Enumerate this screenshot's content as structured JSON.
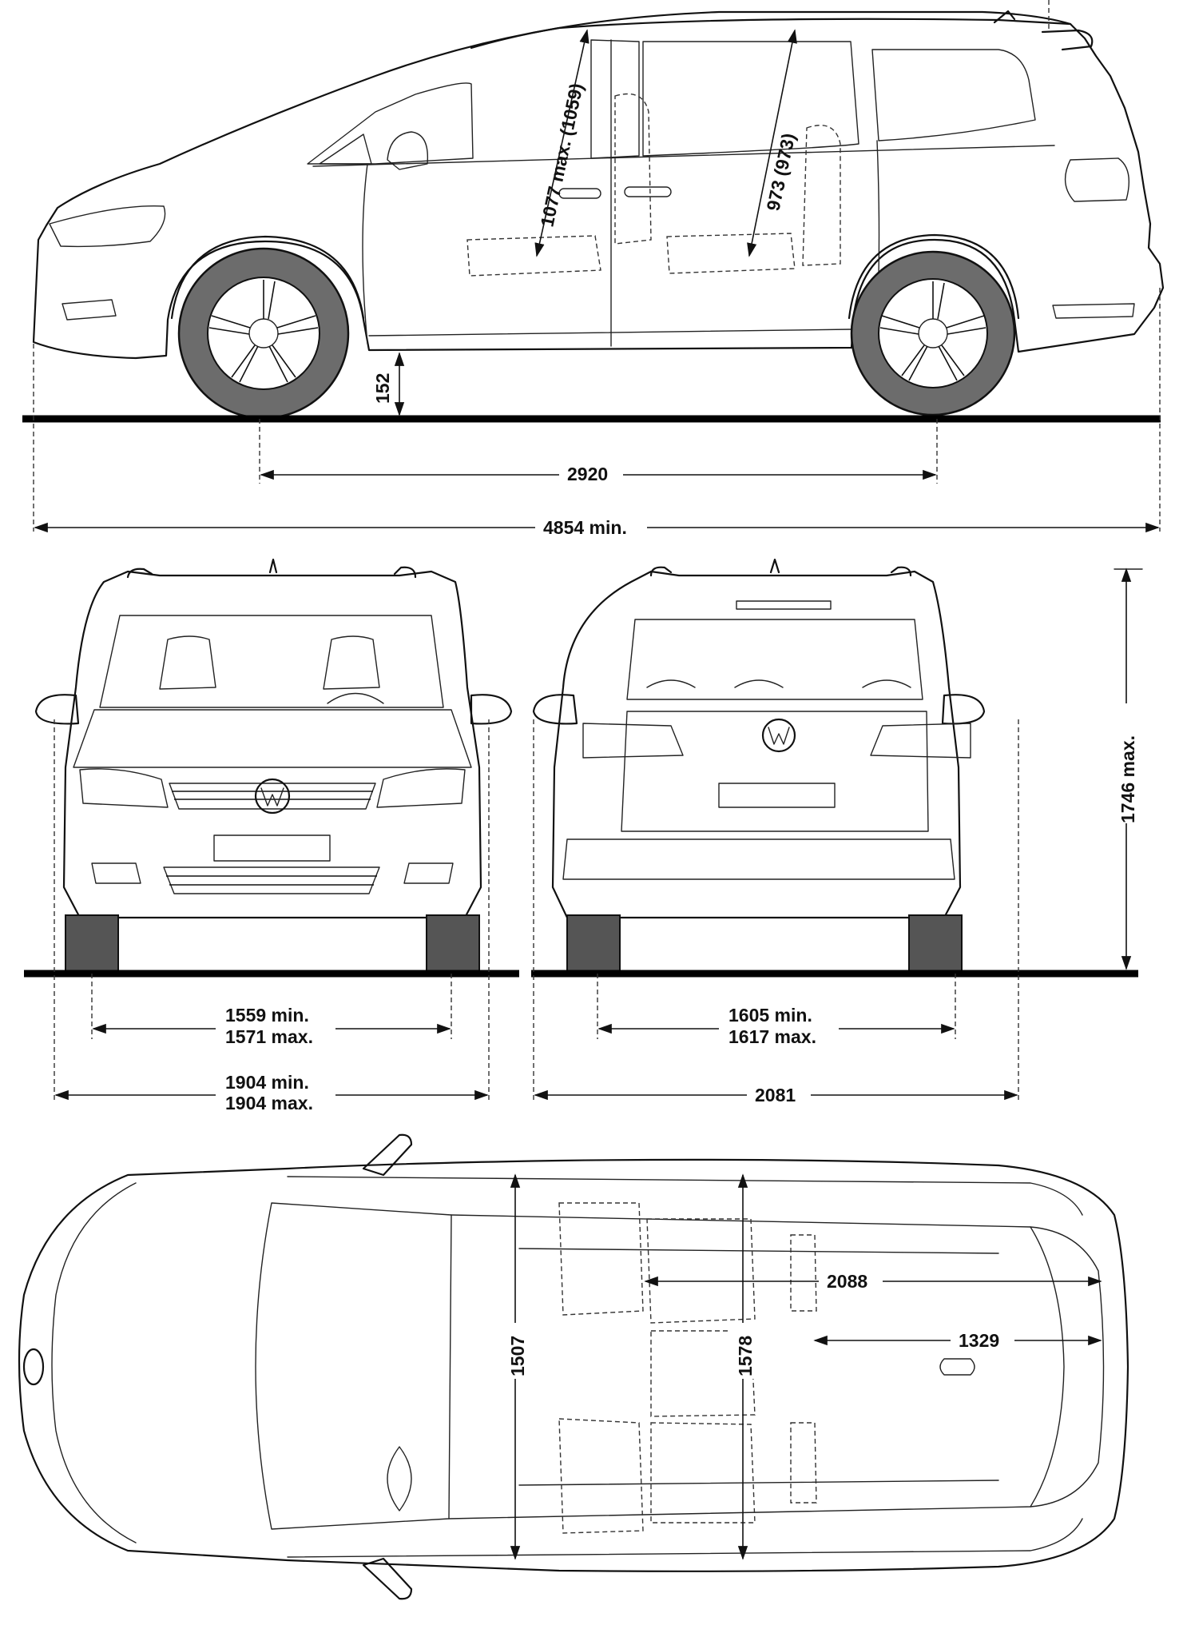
{
  "dimensions": {
    "side": {
      "headroom_front": "1077 max. (1059)",
      "headroom_rear": "973 (973)",
      "ground_clearance": "152",
      "wheelbase": "2920",
      "length": "4854 min."
    },
    "front": {
      "track_min": "1559 min.",
      "track_max": "1571 max.",
      "width_min": "1904 min.",
      "width_max": "1904 max."
    },
    "rear": {
      "track_min": "1605 min.",
      "track_max": "1617 max.",
      "width_mirrors": "2081",
      "height": "1746 max."
    },
    "top": {
      "cabin_length": "2088",
      "cargo_length": "1329",
      "width_inner_front": "1507",
      "width_inner_rear": "1578"
    }
  },
  "colors": {
    "tire": "#6c6c6c",
    "line": "#111111",
    "background": "#ffffff"
  },
  "icons": [
    "vw-logo-icon"
  ]
}
